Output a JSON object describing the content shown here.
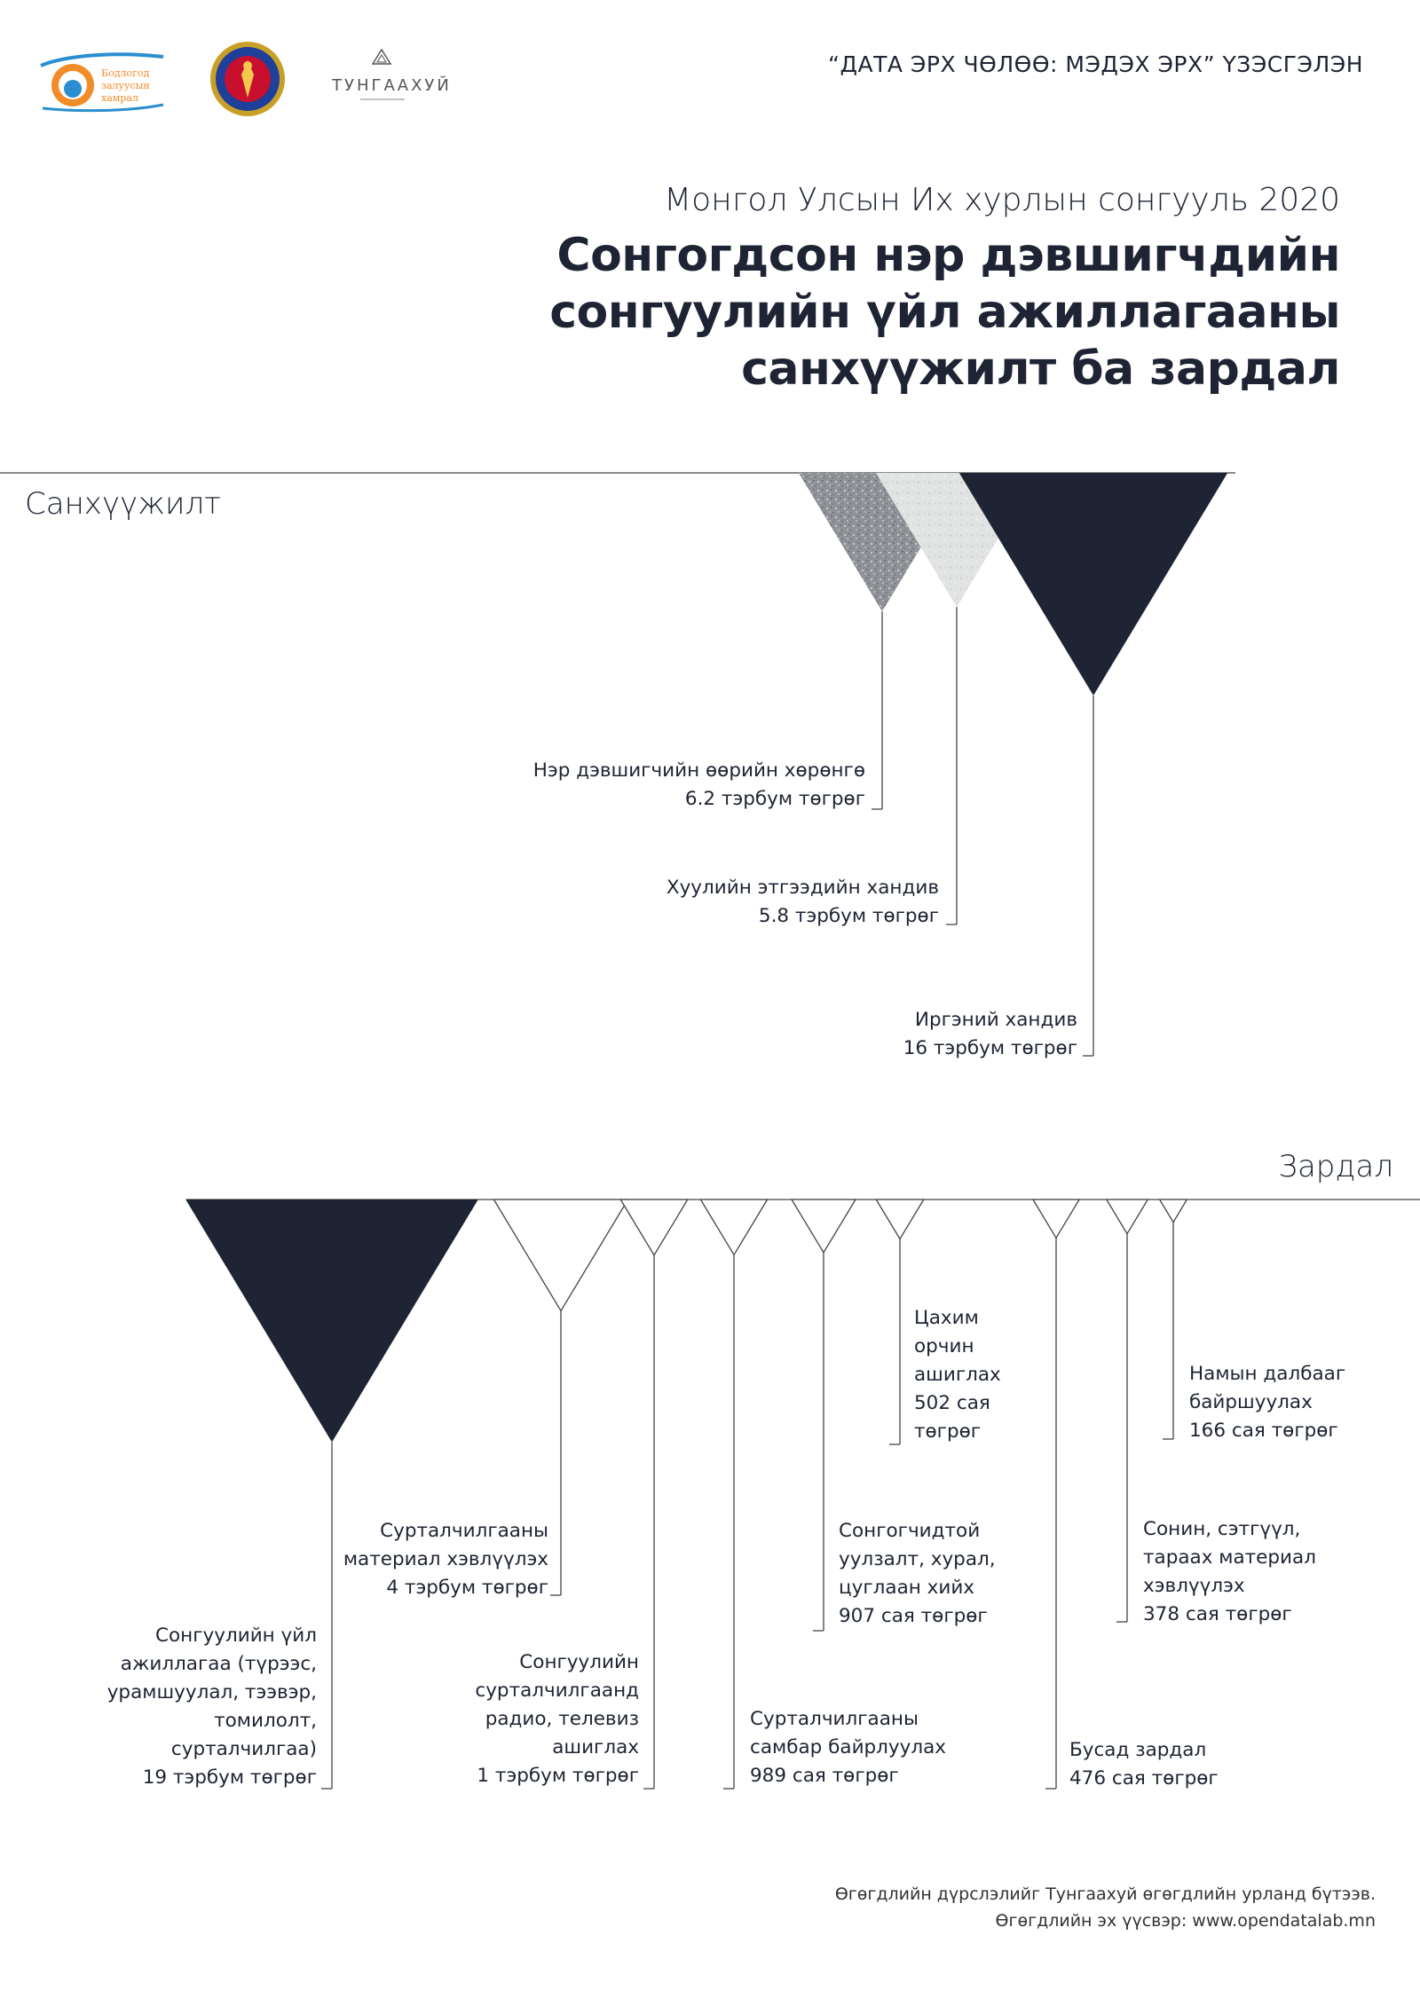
{
  "header": {
    "exhibition": "“ДАТА ЭРХ ЧӨЛӨӨ: МЭДЭХ ЭРХ” ҮЗЭСГЭЛЭН",
    "logos": [
      {
        "icon": "bodlogod-zaluusyn-khamral-logo",
        "text": [
          "Бодлогод",
          "залуусын",
          "хамрал"
        ]
      },
      {
        "icon": "state-emblem-logo"
      },
      {
        "icon": "tungaakhui-logo",
        "text": "ТУНГААХУЙ"
      }
    ]
  },
  "subtitle": "Монгол Улсын Их хурлын сонгууль 2020",
  "title_lines": [
    "Сонгогдсон нэр дэвшигчдийн сонгуулийн үйл ажиллагааны",
    "санхүүжилт ба зардал"
  ],
  "sections": {
    "funding_label": "Санхүүжилт",
    "expense_label": "Зардал"
  },
  "colors": {
    "navy": "#1e2433",
    "granite": "#8f9296",
    "marble": "#dfe0e0",
    "line": "#444444"
  },
  "chart_data": [
    {
      "type": "triangle-area",
      "group": "Санхүүжилт",
      "unit_billion": "тэрбум төгрөг",
      "items": [
        {
          "name": "Нэр дэвшигчийн өөрийн хөрөнгө",
          "value_billion": 6.2,
          "amount_text": "6.2 тэрбум төгрөг",
          "fill": "granite"
        },
        {
          "name": "Хуулийн этгээдийн хандив",
          "value_billion": 5.8,
          "amount_text": "5.8 тэрбум төгрөг",
          "fill": "marble"
        },
        {
          "name": "Иргэний хандив",
          "value_billion": 16,
          "amount_text": "16 тэрбум төгрөг",
          "fill": "navy"
        }
      ]
    },
    {
      "type": "triangle-area",
      "group": "Зардал",
      "items": [
        {
          "name": "Сонгуулийн үйл ажиллагаа (түрээс, урамшуулал, тээвэр, томилолт, сурталчилгаа)",
          "label_lines": [
            "Сонгуулийн үйл",
            "ажиллагаа (түрээс,",
            "урамшуулал, тээвэр,",
            "томилолт,",
            "сурталчилгаа)"
          ],
          "value_billion": 19,
          "amount_text": "19 тэрбум төгрөг",
          "fill": "navy"
        },
        {
          "name": "Сурталчилгааны материал хэвлүүлэх",
          "label_lines": [
            "Сурталчилгааны",
            "материал хэвлүүлэх"
          ],
          "value_billion": 4,
          "amount_text": "4 тэрбум төгрөг",
          "fill": "outline"
        },
        {
          "name": "Сонгуулийн сурталчилгаанд радио, телевиз ашиглах",
          "label_lines": [
            "Сонгуулийн",
            "сурталчилгаанд",
            "радио, телевиз",
            "ашиглах"
          ],
          "value_billion": 1,
          "amount_text": "1 тэрбум төгрөг",
          "fill": "outline"
        },
        {
          "name": "Сурталчилгааны самбар байрлуулах",
          "label_lines": [
            "Сурталчилгааны",
            "самбар байрлуулах"
          ],
          "value_billion": 0.989,
          "amount_text": "989 сая төгрөг",
          "fill": "outline"
        },
        {
          "name": "Сонгогчидтой уулзалт, хурал, цуглаан хийх",
          "label_lines": [
            "Сонгогчидтой",
            "уулзалт, хурал,",
            "цуглаан хийх"
          ],
          "value_billion": 0.907,
          "amount_text": "907 сая төгрөг",
          "fill": "outline"
        },
        {
          "name": "Цахим орчин ашиглах",
          "label_lines": [
            "Цахим",
            "орчин",
            "ашиглах",
            "502 сая",
            "төгрөг"
          ],
          "value_billion": 0.502,
          "amount_text": "",
          "fill": "outline"
        },
        {
          "name": "Бусад зардал",
          "label_lines": [
            "Бусад зардал"
          ],
          "value_billion": 0.476,
          "amount_text": "476 сая төгрөг",
          "fill": "outline"
        },
        {
          "name": "Сонин, сэтгүүл, тараах материал хэвлүүлэх",
          "label_lines": [
            "Сонин, сэтгүүл,",
            "тараах материал",
            "хэвлүүлэх"
          ],
          "value_billion": 0.378,
          "amount_text": "378 сая төгрөг",
          "fill": "outline"
        },
        {
          "name": "Намын далбааг байршуулах",
          "label_lines": [
            "Намын далбааг",
            "байршуулах"
          ],
          "value_billion": 0.166,
          "amount_text": "166 сая төгрөг",
          "fill": "outline"
        }
      ]
    }
  ],
  "footer": {
    "line1": "Өгөгдлийн дүрслэлийг Тунгаахуй өгөгдлийн урланд бүтээв.",
    "line2": "Өгөгдлийн эх үүсвэр: www.opendatalab.mn"
  }
}
